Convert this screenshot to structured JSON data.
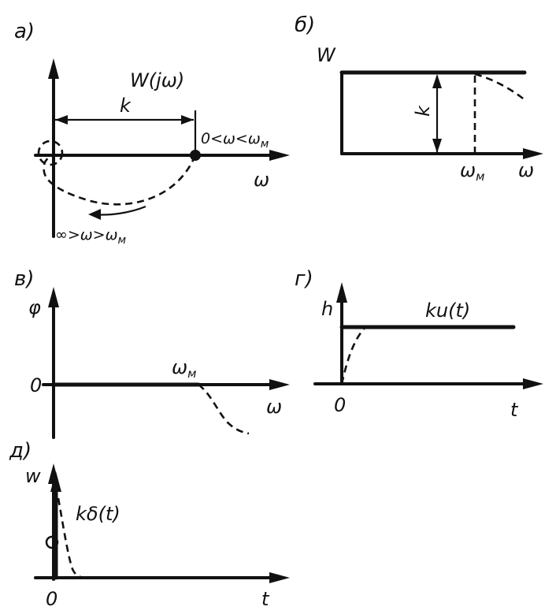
{
  "panels": {
    "a": {
      "tag": "а)",
      "func": "W(jω)",
      "k": "k",
      "range_low": "0<ω<ω",
      "range_low_sub": "м",
      "axis": "ω",
      "range_high": "∞>ω>ω",
      "range_high_sub": "м"
    },
    "b": {
      "tag": "б)",
      "y": "W",
      "k": "k",
      "wm": "ω",
      "wm_sub": "м",
      "x": "ω"
    },
    "c": {
      "tag": "в)",
      "y": "φ",
      "zero": "0",
      "wm": "ω",
      "wm_sub": "м",
      "x": "ω"
    },
    "d": {
      "tag": "г)",
      "y": "h",
      "func": "ku(t)",
      "zero": "0",
      "x": "t"
    },
    "e": {
      "tag": "д)",
      "y": "w",
      "func": "kδ(t)",
      "zero": "0",
      "x": "t"
    }
  }
}
